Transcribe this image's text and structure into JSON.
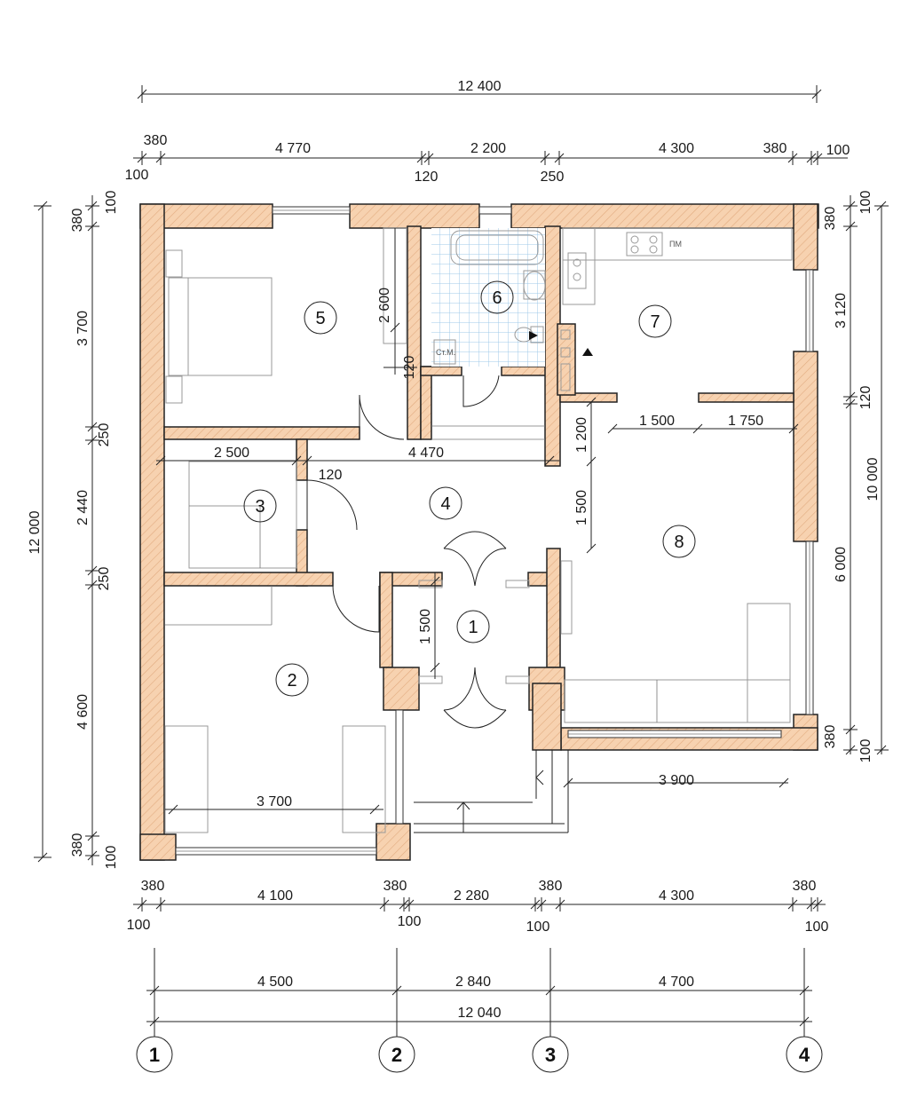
{
  "plan": {
    "top_overall": "12 400",
    "top_segments": [
      "380",
      "4 770",
      "2 200",
      "4 300",
      "380"
    ],
    "top_small": [
      "100",
      "120",
      "250",
      "100"
    ],
    "left_overall": "12 000",
    "left_segments": [
      "380",
      "3 700",
      "250",
      "2 440",
      "250",
      "4 600",
      "380"
    ],
    "left_small": [
      "100",
      "100"
    ],
    "right_segments": [
      "380",
      "3 120",
      "120",
      "6 000",
      "380"
    ],
    "right_overall": "10 000",
    "right_small": [
      "100",
      "100"
    ],
    "bottom_segments": [
      "380",
      "4 100",
      "380",
      "2 280",
      "380",
      "4 300",
      "380"
    ],
    "bottom_small": [
      "100",
      "100",
      "100",
      "100"
    ],
    "axis_dims": [
      "4 500",
      "2 840",
      "4 700"
    ],
    "axis_overall": "12 040",
    "axes": [
      "1",
      "2",
      "3",
      "4"
    ],
    "inner_dims": {
      "d2600": "2 600",
      "d120a": "120",
      "d2500": "2 500",
      "d4470": "4 470",
      "d120b": "120",
      "d1200": "1 200",
      "d1500a": "1 500",
      "d1750": "1 750",
      "d1500b": "1 500",
      "d1500c": "1 500",
      "d3700": "3 700",
      "d3900": "3 900"
    },
    "rooms": [
      "1",
      "2",
      "3",
      "4",
      "5",
      "6",
      "7",
      "8"
    ],
    "labels": {
      "washer": "Ст.М.",
      "dishwasher": "ПМ"
    }
  }
}
